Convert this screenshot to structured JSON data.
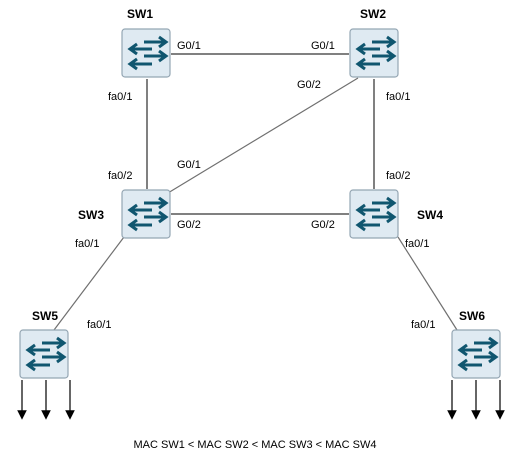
{
  "switches": {
    "sw1": {
      "name": "SW1",
      "icon": "switch-icon"
    },
    "sw2": {
      "name": "SW2",
      "icon": "switch-icon"
    },
    "sw3": {
      "name": "SW3",
      "icon": "switch-icon"
    },
    "sw4": {
      "name": "SW4",
      "icon": "switch-icon"
    },
    "sw5": {
      "name": "SW5",
      "icon": "switch-icon"
    },
    "sw6": {
      "name": "SW6",
      "icon": "switch-icon"
    }
  },
  "ports": {
    "sw1_g01": "G0/1",
    "sw2_g01": "G0/1",
    "sw2_g02": "G0/2",
    "sw1_fa01": "fa0/1",
    "sw2_fa01": "fa0/1",
    "sw3_fa02": "fa0/2",
    "sw3_g01": "G0/1",
    "sw4_fa02": "fa0/2",
    "sw3_g02": "G0/2",
    "sw4_g02": "G0/2",
    "sw3_fa01": "fa0/1",
    "sw4_fa01": "fa0/1",
    "sw5_fa01": "fa0/1",
    "sw6_fa01": "fa0/1"
  },
  "colors": {
    "switch_fill": "#dfeaf2",
    "switch_border": "#94a6b3",
    "arrow": "#10566f"
  },
  "footer_note": "MAC SW1 < MAC SW2 < MAC SW3 < MAC SW4"
}
